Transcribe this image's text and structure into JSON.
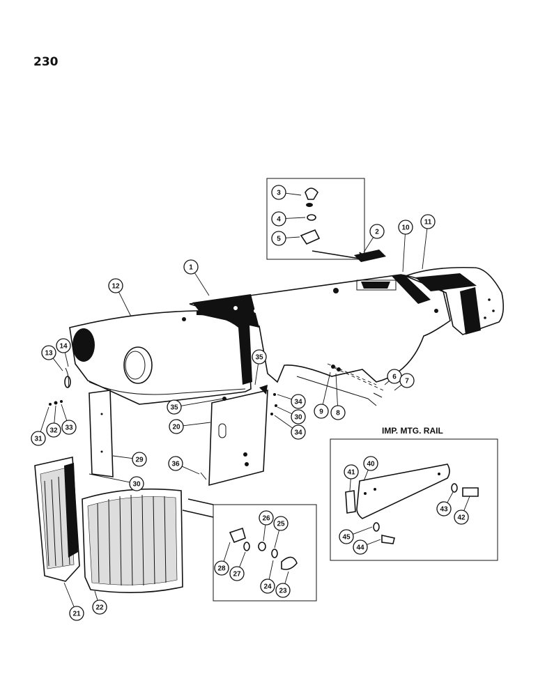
{
  "page_number": "230",
  "inset_rail": {
    "title": "IMP. MTG. RAIL"
  },
  "callouts": [
    "1",
    "2",
    "3",
    "4",
    "5",
    "6",
    "7",
    "8",
    "9",
    "10",
    "11",
    "12",
    "13",
    "14",
    "20",
    "21",
    "22",
    "23",
    "24",
    "25",
    "26",
    "27",
    "28",
    "29",
    "30",
    "30",
    "31",
    "32",
    "33",
    "34",
    "34",
    "35",
    "35",
    "36",
    "40",
    "41",
    "42",
    "43",
    "44",
    "45"
  ]
}
